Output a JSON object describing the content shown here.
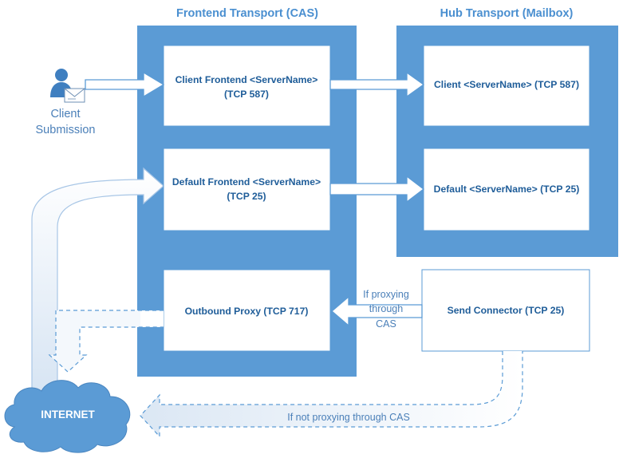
{
  "columns": {
    "cas_title": "Frontend Transport (CAS)",
    "mailbox_title": "Hub Transport (Mailbox)"
  },
  "boxes": {
    "client_frontend": {
      "line1": "Client Frontend <ServerName>",
      "line2": "(TCP 587)"
    },
    "default_frontend": {
      "line1": "Default Frontend <ServerName>",
      "line2": "(TCP 25)"
    },
    "outbound_proxy": {
      "line1": "Outbound Proxy (TCP 717)"
    },
    "client_mailbox": {
      "line1": "Client <ServerName> (TCP 587)"
    },
    "default_mailbox": {
      "line1": "Default <ServerName> (TCP 25)"
    },
    "send_connector": {
      "line1": "Send Connector (TCP 25)"
    }
  },
  "client_submission": {
    "line1": "Client",
    "line2": "Submission"
  },
  "internet": {
    "label": "INTERNET"
  },
  "notes": {
    "proxying": [
      "If proxying",
      "through",
      "CAS"
    ],
    "not_proxying": "If not proxying through CAS"
  },
  "colors": {
    "panel": "#5b9bd5",
    "box_border": "#5b9bd5",
    "label": "#1f5d99",
    "title": "#4a8fd0",
    "cloud": "#5b9bd5"
  },
  "icons": {
    "client": "user-with-envelope-icon",
    "internet": "cloud-icon"
  }
}
